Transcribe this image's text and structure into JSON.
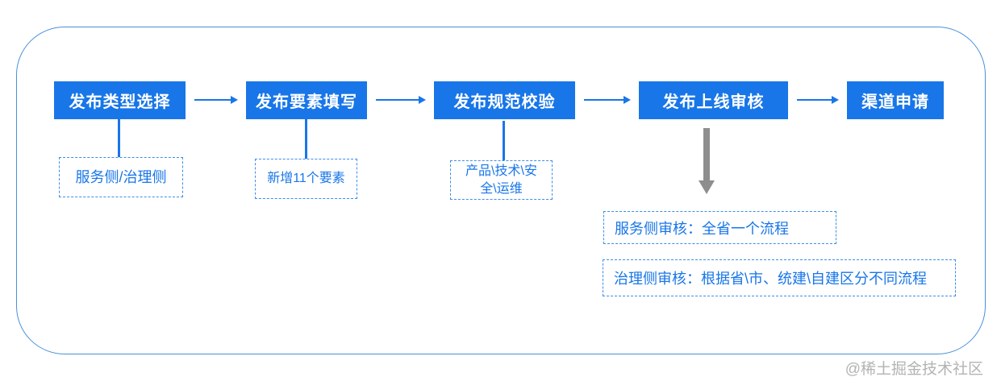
{
  "colors": {
    "primary_blue": "#1876E8",
    "dashed_blue": "#3E8EE8",
    "note_text": "#1876E8",
    "gray_arrow": "#8E8E8E",
    "container_border": "#4A90D9",
    "watermark_gray": "#B3B3B3"
  },
  "flow": {
    "steps": [
      {
        "label": "发布类型选择"
      },
      {
        "label": "发布要素填写"
      },
      {
        "label": "发布规范校验"
      },
      {
        "label": "发布上线审核"
      },
      {
        "label": "渠道申请"
      }
    ],
    "annotations": [
      {
        "label": "服务侧/治理侧"
      },
      {
        "label": "新增11个要素"
      },
      {
        "label": "产品\\技术\\安全\\运维"
      }
    ],
    "review_notes": [
      {
        "label": "服务侧审核：全省一个流程"
      },
      {
        "label": "治理侧审核：根据省\\市、统建\\自建区分不同流程"
      }
    ]
  },
  "watermark": "@稀土掘金技术社区"
}
